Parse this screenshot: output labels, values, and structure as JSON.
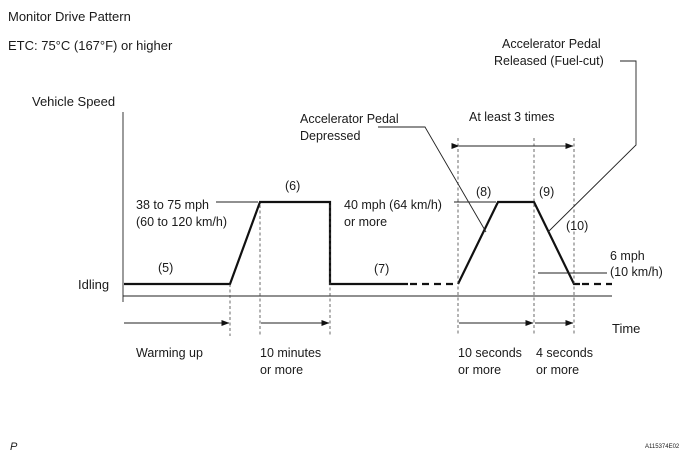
{
  "title": "Monitor Drive Pattern",
  "condition": "ETC: 75°C (167°F) or higher",
  "axes": {
    "y_label": "Vehicle Speed",
    "x_label": "Time",
    "idling_label": "Idling"
  },
  "speeds": {
    "warmup_speed_line1": "38 to 75 mph",
    "warmup_speed_line2": "(60 to 120 km/h)",
    "test_speed_line1": "40 mph (64 km/h)",
    "test_speed_line2": "or more",
    "fuelcut_speed_line1": "6 mph",
    "fuelcut_speed_line2": "(10 km/h)"
  },
  "steps": {
    "s5": "(5)",
    "s6": "(6)",
    "s7": "(7)",
    "s8": "(8)",
    "s9": "(9)",
    "s10": "(10)"
  },
  "callouts": {
    "pedal_depressed_line1": "Accelerator Pedal",
    "pedal_depressed_line2": "Depressed",
    "pedal_released_line1": "Accelerator Pedal",
    "pedal_released_line2": "Released (Fuel-cut)",
    "repeat": "At least 3 times"
  },
  "durations": {
    "warming": "Warming up",
    "ten_min_line1": "10 minutes",
    "ten_min_line2": "or more",
    "ten_sec_line1": "10 seconds",
    "ten_sec_line2": "or more",
    "four_sec_line1": "4 seconds",
    "four_sec_line2": "or more"
  },
  "footer": {
    "left_mark": "P",
    "ref_code": "A115374E02"
  }
}
